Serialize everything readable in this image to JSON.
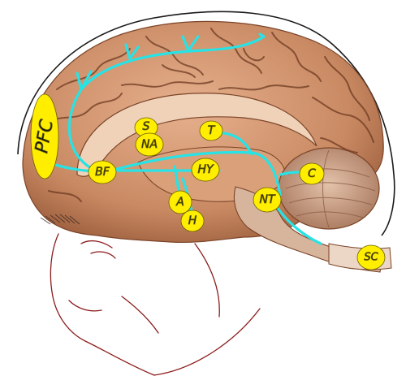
{
  "colors": {
    "background": "#ffffff",
    "skull_outline": "#1a1a1a",
    "brain_tissue": "#c98a63",
    "brain_highlight": "#e8b594",
    "brain_sulcus": "#6e3a22",
    "face_line": "#8c1c1c",
    "pathway": "#27e3e6",
    "region_fill": "#ffee00",
    "region_stroke": "#6b6100",
    "label_text": "#111111"
  },
  "regions": [
    {
      "id": "pfc",
      "label": "PFC"
    },
    {
      "id": "s",
      "label": "S"
    },
    {
      "id": "na",
      "label": "NA"
    },
    {
      "id": "t",
      "label": "T"
    },
    {
      "id": "bf",
      "label": "BF"
    },
    {
      "id": "hy",
      "label": "HY"
    },
    {
      "id": "a",
      "label": "A"
    },
    {
      "id": "h",
      "label": "H"
    },
    {
      "id": "c",
      "label": "C"
    },
    {
      "id": "nt",
      "label": "NT"
    },
    {
      "id": "sc",
      "label": "SC"
    }
  ]
}
